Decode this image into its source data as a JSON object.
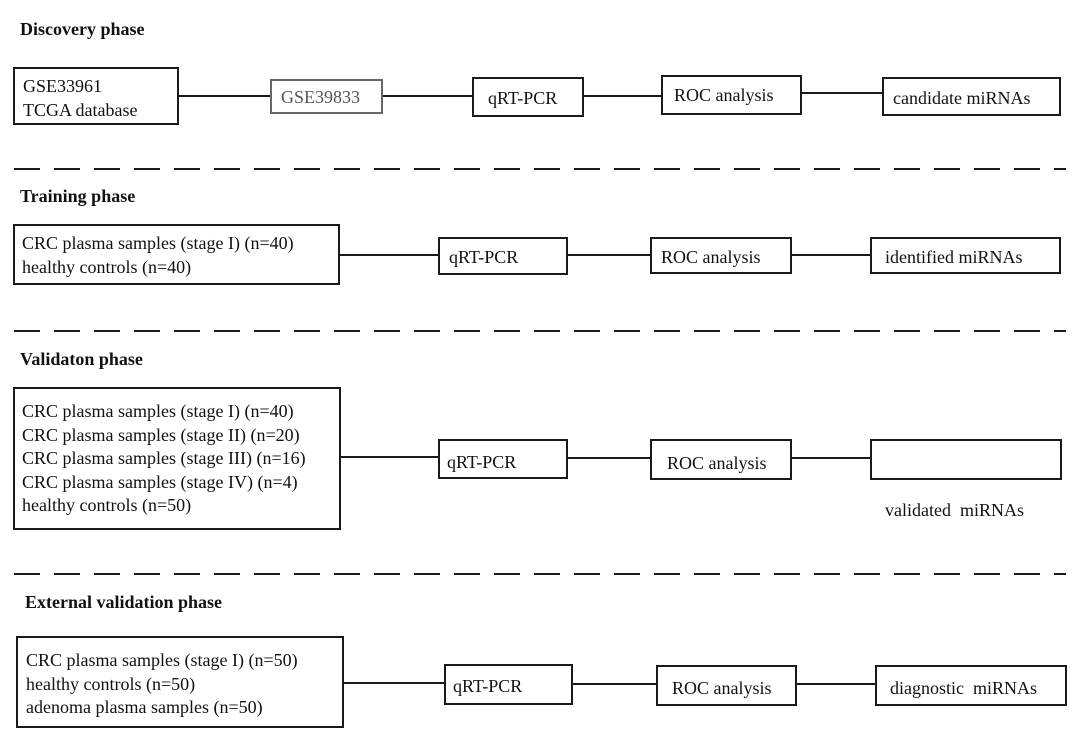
{
  "discovery": {
    "title": "Discovery phase",
    "source_lines": [
      "GSE33961",
      "TCGA database"
    ],
    "dataset": "GSE39833",
    "method": "qRT-PCR",
    "analysis": "ROC analysis",
    "result": "candidate miRNAs"
  },
  "training": {
    "title": "Training phase",
    "source_lines": [
      "CRC plasma samples (stage I) (n=40)",
      "healthy controls (n=40)"
    ],
    "method": "qRT-PCR",
    "analysis": "ROC analysis",
    "result": "identified miRNAs"
  },
  "validation": {
    "title": "Validaton phase",
    "source_lines": [
      "CRC plasma samples (stage I) (n=40)",
      "CRC plasma samples (stage II) (n=20)",
      "CRC plasma samples (stage III) (n=16)",
      "CRC plasma samples (stage IV) (n=4)",
      "healthy controls (n=50)"
    ],
    "method": "qRT-PCR",
    "analysis": "ROC analysis",
    "result": "validated  miRNAs"
  },
  "external": {
    "title": "External validation phase",
    "source_lines": [
      "CRC plasma samples (stage I) (n=50)",
      "healthy controls (n=50)",
      "adenoma plasma samples (n=50)"
    ],
    "method": "qRT-PCR",
    "analysis": "ROC analysis",
    "result": "diagnostic  miRNAs"
  }
}
